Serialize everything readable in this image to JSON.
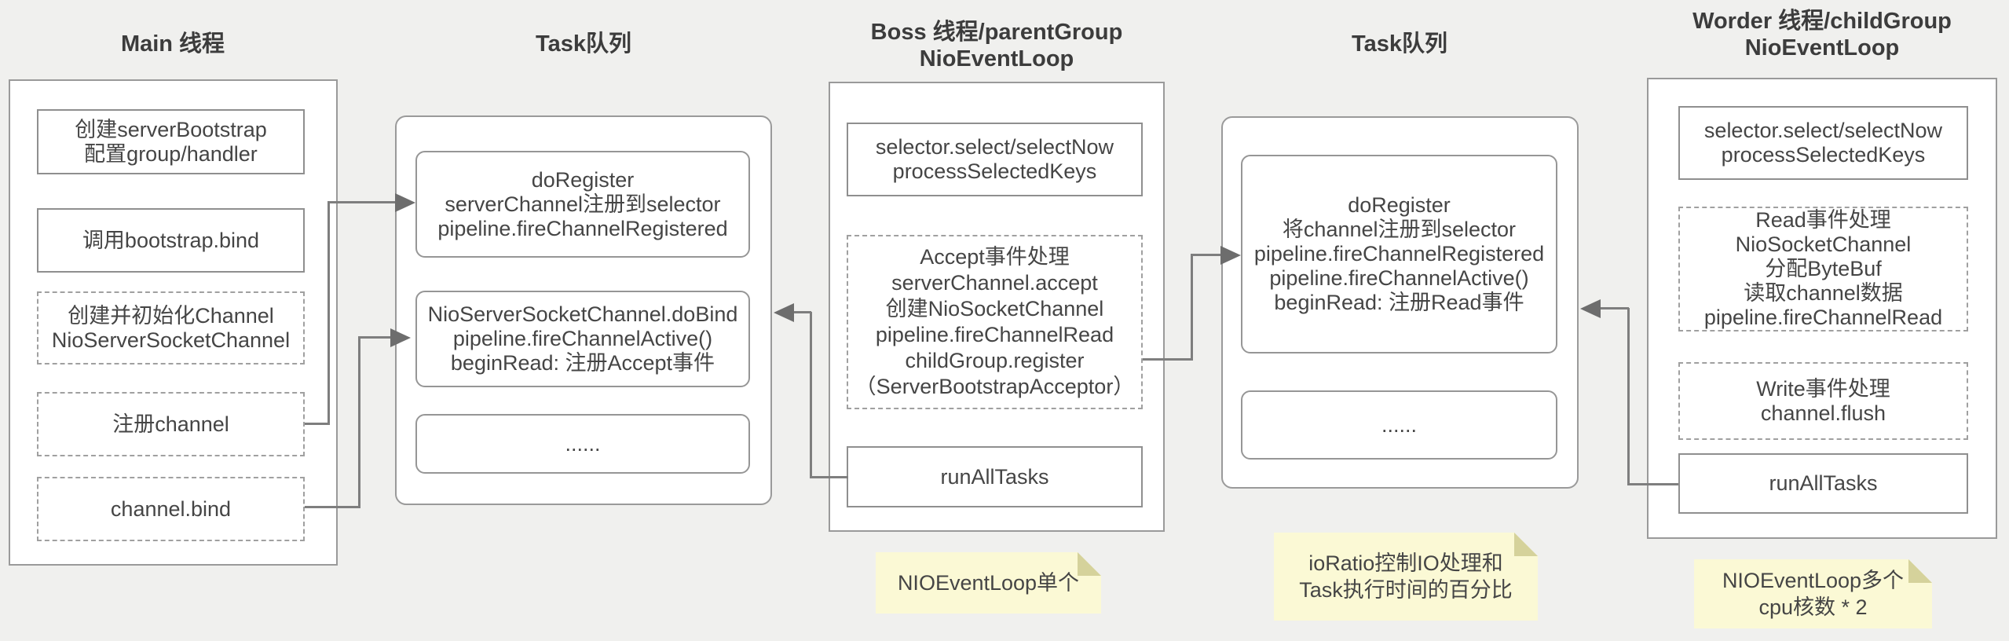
{
  "colors": {
    "background": "#f0f0ee",
    "box_fill": "#ffffff",
    "solid_border": "#8f8f8f",
    "dashed_border": "#a0a0a0",
    "text": "#454545",
    "connector": "#7e7e7e",
    "sticky_fill": "#fbf9d5",
    "sticky_fold": "#d5d29b"
  },
  "columns": {
    "main": {
      "title": "Main 线程",
      "boxes": [
        {
          "lines": [
            "创建serverBootstrap",
            "配置group/handler"
          ]
        },
        {
          "lines": [
            "调用bootstrap.bind"
          ]
        },
        {
          "lines": [
            "创建并初始化Channel",
            "NioServerSocketChannel"
          ]
        },
        {
          "lines": [
            "注册channel"
          ]
        },
        {
          "lines": [
            "channel.bind"
          ]
        }
      ]
    },
    "task_queue_1": {
      "title": "Task队列",
      "boxes": [
        {
          "lines": [
            "doRegister",
            "serverChannel注册到selector",
            "pipeline.fireChannelRegistered"
          ]
        },
        {
          "lines": [
            "NioServerSocketChannel.doBind",
            "pipeline.fireChannelActive()",
            "beginRead: 注册Accept事件"
          ]
        },
        {
          "lines": [
            "......"
          ]
        }
      ]
    },
    "boss": {
      "title": [
        "Boss 线程/parentGroup",
        "NioEventLoop"
      ],
      "boxes": [
        {
          "lines": [
            "selector.select/selectNow",
            "processSelectedKeys"
          ]
        },
        {
          "lines": [
            "Accept事件处理",
            "serverChannel.accept",
            "创建NioSocketChannel",
            "pipeline.fireChannelRead",
            "childGroup.register",
            "（ServerBootstrapAcceptor）"
          ]
        },
        {
          "lines": [
            "runAllTasks"
          ]
        }
      ],
      "sticky_note": [
        "NIOEventLoop单个"
      ]
    },
    "task_queue_2": {
      "title": "Task队列",
      "boxes": [
        {
          "lines": [
            "doRegister",
            "将channel注册到selector",
            "pipeline.fireChannelRegistered",
            "pipeline.fireChannelActive()",
            "beginRead: 注册Read事件"
          ]
        },
        {
          "lines": [
            "......"
          ]
        }
      ],
      "sticky_note": [
        "ioRatio控制IO处理和",
        "Task执行时间的百分比"
      ]
    },
    "worker": {
      "title": [
        "Worder 线程/childGroup",
        "NioEventLoop"
      ],
      "boxes": [
        {
          "lines": [
            "selector.select/selectNow",
            "processSelectedKeys"
          ]
        },
        {
          "lines": [
            "Read事件处理",
            "NioSocketChannel",
            "分配ByteBuf",
            "读取channel数据",
            "pipeline.fireChannelRead"
          ]
        },
        {
          "lines": [
            "Write事件处理",
            "channel.flush"
          ]
        },
        {
          "lines": [
            "runAllTasks"
          ]
        }
      ],
      "sticky_note": [
        "NIOEventLoop多个",
        "cpu核数 * 2"
      ]
    }
  }
}
